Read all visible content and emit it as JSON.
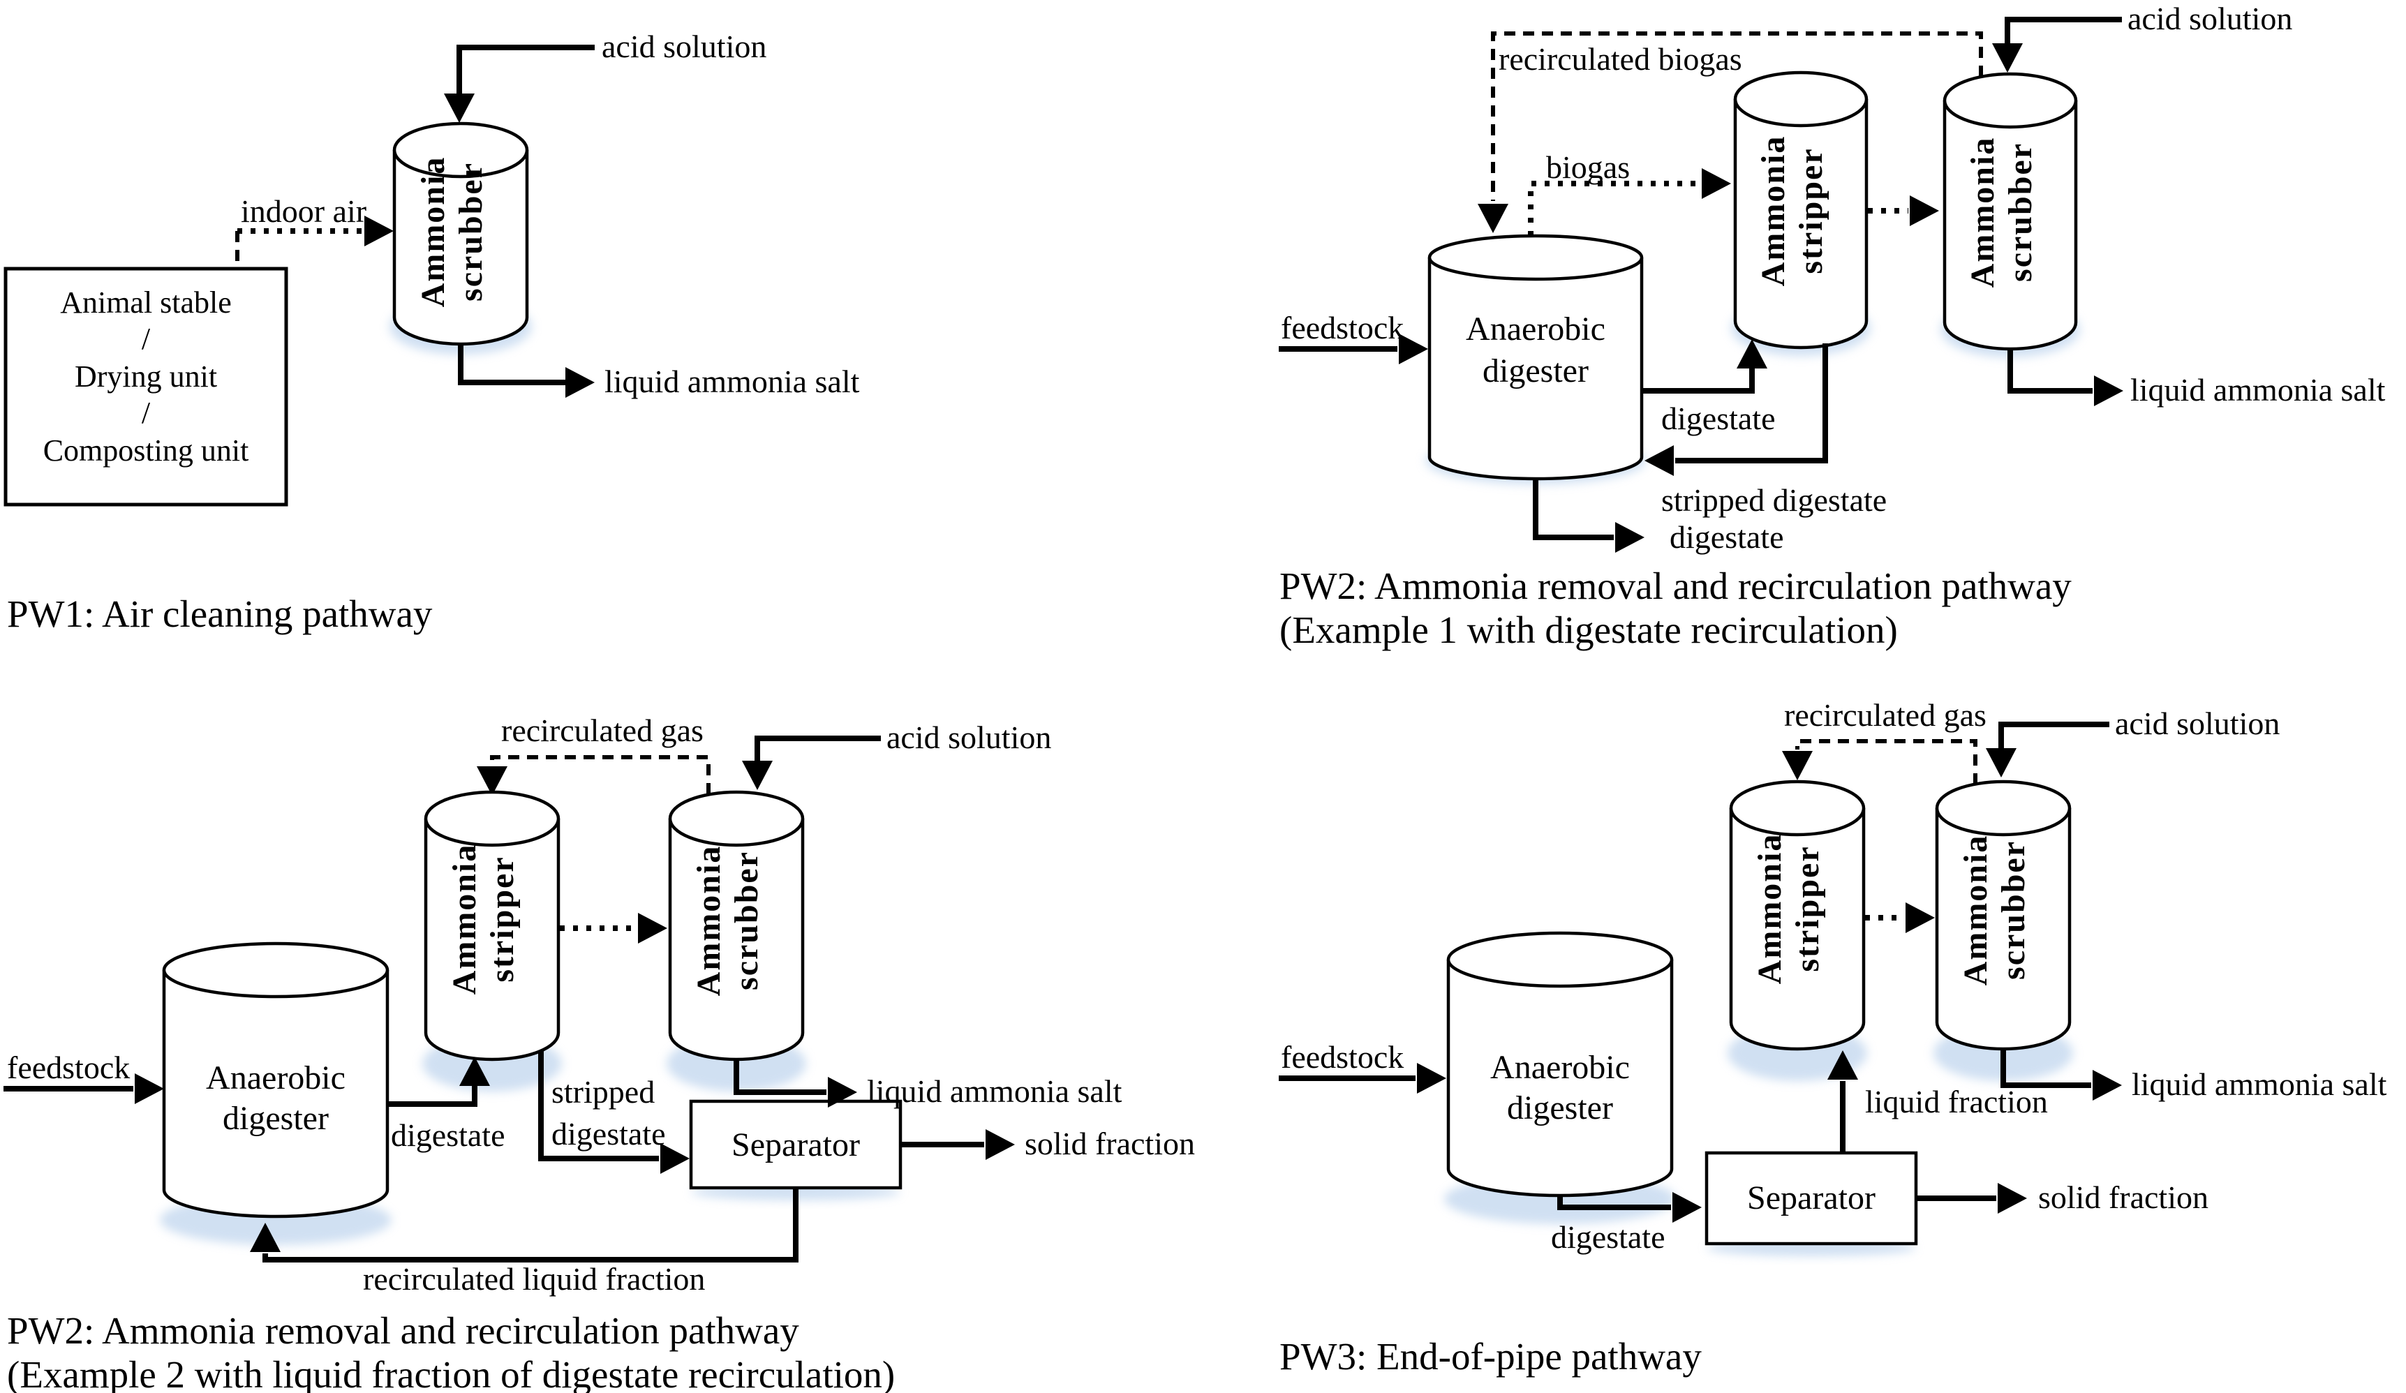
{
  "colors": {
    "line": "#000000",
    "background": "#ffffff",
    "cylinder_shadow": "#aac7e8"
  },
  "panels": [
    {
      "id": "PW1",
      "caption": "PW1: Air cleaning pathway",
      "source_box": {
        "l1": "Animal stable",
        "l2": "/",
        "l3": "Drying unit",
        "l4": "/",
        "l5": "Composting unit"
      },
      "scrubber": {
        "l1": "Ammonia",
        "l2": "scrubber"
      },
      "streams": {
        "indoor_air": "indoor air",
        "acid_solution": "acid solution",
        "liquid_ammonia_salt": "liquid ammonia salt"
      }
    },
    {
      "id": "PW2-example1",
      "caption1": "PW2: Ammonia removal and recirculation pathway",
      "caption2": "(Example 1 with digestate recirculation)",
      "digester": {
        "l1": "Anaerobic",
        "l2": "digester"
      },
      "stripper": {
        "l1": "Ammonia",
        "l2": "stripper"
      },
      "scrubber": {
        "l1": "Ammonia",
        "l2": "scrubber"
      },
      "streams": {
        "feedstock": "feedstock",
        "recirculated_biogas": "recirculated biogas",
        "biogas": "biogas",
        "digestate": "digestate",
        "stripped_digestate": "stripped digestate",
        "digestate_out": "digestate",
        "acid_solution": "acid solution",
        "liquid_ammonia_salt": "liquid ammonia salt"
      }
    },
    {
      "id": "PW2-example2",
      "caption1": "PW2: Ammonia removal and recirculation pathway",
      "caption2": "(Example 2 with liquid fraction of digestate recirculation)",
      "digester": {
        "l1": "Anaerobic",
        "l2": "digester"
      },
      "stripper": {
        "l1": "Ammonia",
        "l2": "stripper"
      },
      "scrubber": {
        "l1": "Ammonia",
        "l2": "scrubber"
      },
      "separator": "Separator",
      "streams": {
        "feedstock": "feedstock",
        "digestate": "digestate",
        "recirculated_gas": "recirculated gas",
        "acid_solution": "acid solution",
        "stripped_l1": "stripped",
        "stripped_l2": "digestate",
        "liquid_ammonia_salt": "liquid ammonia salt",
        "solid_fraction": "solid fraction",
        "recirculated_liquid_fraction": "recirculated liquid fraction"
      }
    },
    {
      "id": "PW3",
      "caption": "PW3: End-of-pipe pathway",
      "digester": {
        "l1": "Anaerobic",
        "l2": "digester"
      },
      "stripper": {
        "l1": "Ammonia",
        "l2": "stripper"
      },
      "scrubber": {
        "l1": "Ammonia",
        "l2": "scrubber"
      },
      "separator": "Separator",
      "streams": {
        "feedstock": "feedstock",
        "digestate": "digestate",
        "liquid_fraction": "liquid  fraction",
        "recirculated_gas": "recirculated gas",
        "acid_solution": "acid solution",
        "solid_fraction": "solid fraction",
        "liquid_ammonia_salt": "liquid ammonia salt"
      }
    }
  ]
}
